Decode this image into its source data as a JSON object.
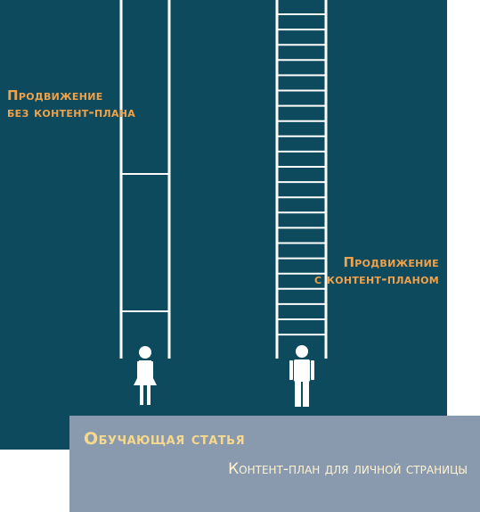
{
  "left_label": {
    "line1": "Продвижение",
    "line2": "без контент-плана"
  },
  "right_label": {
    "line1": "Продвижение",
    "line2": "с контент-планом"
  },
  "footer": {
    "category": "Обучающая статья",
    "title": "Контент-план для личной страницы"
  },
  "colors": {
    "panel": "#0d4a5e",
    "label": "#f0a24a",
    "footer_bg": "#8a9aae",
    "category": "#f6d98f",
    "footer_text": "#fff3cf",
    "ladder": "#ffffff"
  },
  "icons": {
    "left_person": "woman-figure-icon",
    "right_person": "man-figure-icon"
  }
}
